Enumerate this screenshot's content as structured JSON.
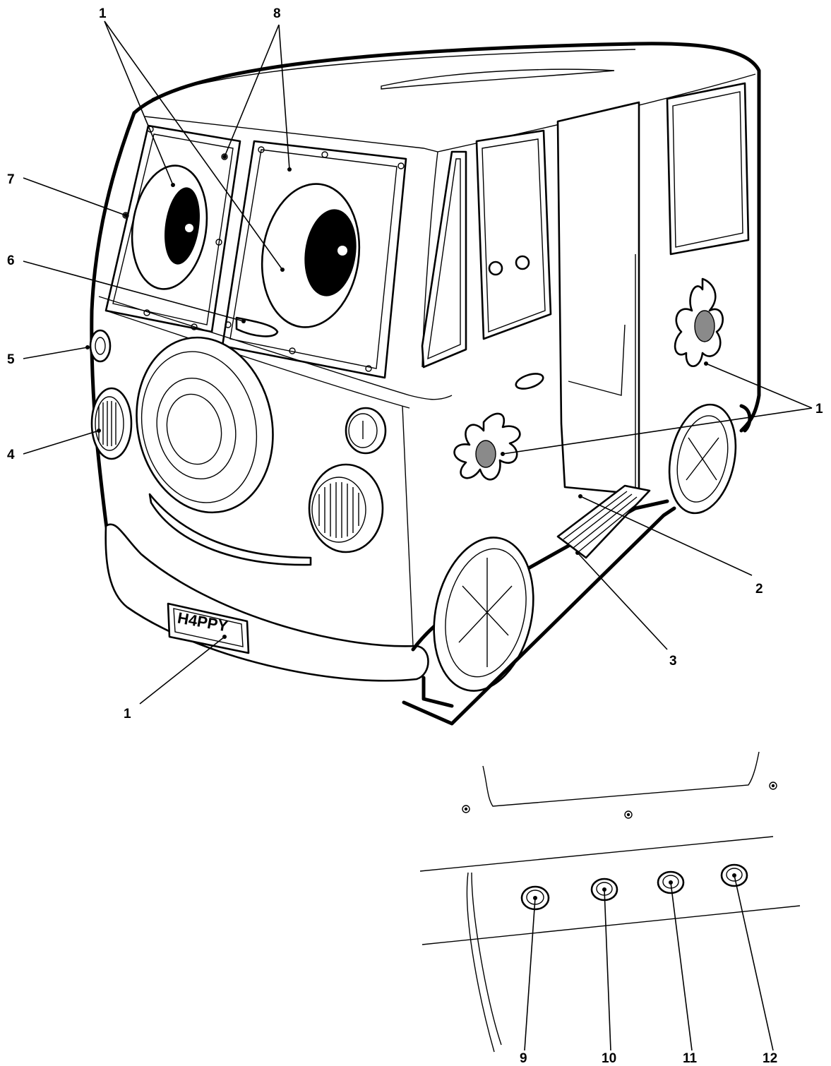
{
  "plate": {
    "text": "H4PPY"
  },
  "callouts": [
    {
      "label": "1"
    },
    {
      "label": "8"
    },
    {
      "label": "7"
    },
    {
      "label": "6"
    },
    {
      "label": "5"
    },
    {
      "label": "4"
    },
    {
      "label": "1"
    },
    {
      "label": "1"
    },
    {
      "label": "2"
    },
    {
      "label": "3"
    },
    {
      "label": "9"
    },
    {
      "label": "10"
    },
    {
      "label": "11"
    },
    {
      "label": "12"
    }
  ],
  "colors": {
    "line": "#000000",
    "fill": "#ffffff",
    "flower_center": "#8a8a8a"
  }
}
